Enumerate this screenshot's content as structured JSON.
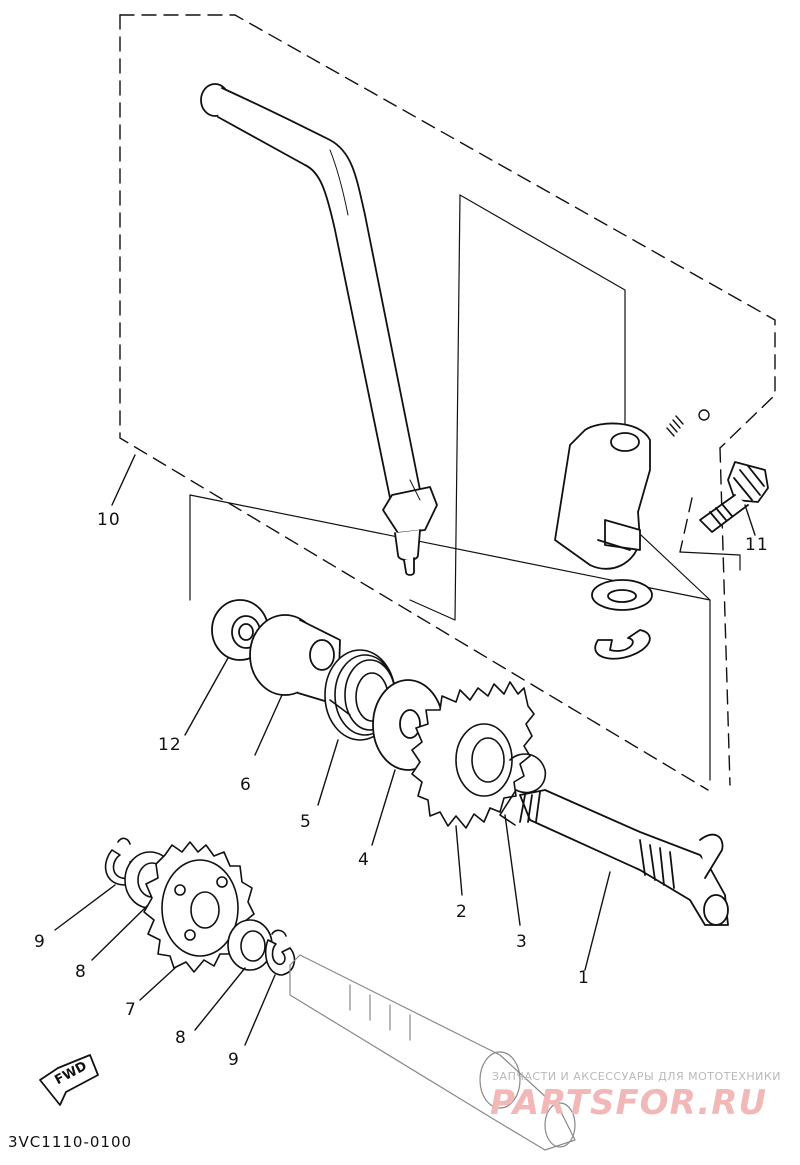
{
  "diagram": {
    "code": "3VC1110-0100",
    "fwd_label": "FWD",
    "watermark": {
      "tagline": "ЗАПЧАСТИ И АКСЕССУАРЫ ДЛЯ МОТОТЕХНИКИ",
      "logo": "PARTSFOR.RU"
    },
    "callouts": [
      {
        "id": "1",
        "text": "1"
      },
      {
        "id": "2",
        "text": "2"
      },
      {
        "id": "3",
        "text": "3"
      },
      {
        "id": "4",
        "text": "4"
      },
      {
        "id": "5",
        "text": "5"
      },
      {
        "id": "6",
        "text": "6"
      },
      {
        "id": "7",
        "text": "7"
      },
      {
        "id": "8a",
        "text": "8"
      },
      {
        "id": "8b",
        "text": "8"
      },
      {
        "id": "9a",
        "text": "9"
      },
      {
        "id": "9b",
        "text": "9"
      },
      {
        "id": "10",
        "text": "10"
      },
      {
        "id": "11",
        "text": "11"
      },
      {
        "id": "12",
        "text": "12"
      }
    ]
  }
}
